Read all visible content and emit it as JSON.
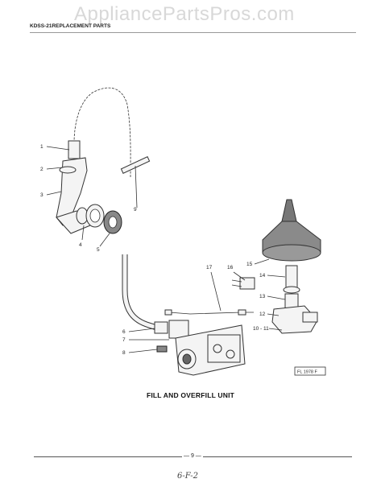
{
  "watermark": "AppliancePartsPros.com",
  "header": "KDSS-21REPLACEMENT PARTS",
  "caption": "FILL AND OVERFILL UNIT",
  "page_number": "— 9 —",
  "handnote": "6-F-2",
  "figure_ref": "FL 1978 F",
  "callouts": [
    "1",
    "2",
    "3",
    "4",
    "5",
    "6",
    "7",
    "8",
    "9",
    "10 - 11",
    "12",
    "13",
    "14",
    "15",
    "16",
    "17"
  ]
}
